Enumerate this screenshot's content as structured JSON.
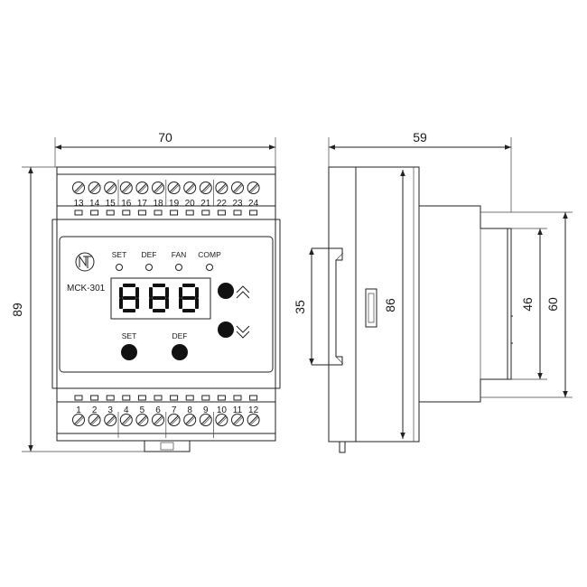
{
  "front": {
    "top_terminals": [
      "13",
      "14",
      "15",
      "16",
      "17",
      "18",
      "19",
      "20",
      "21",
      "22",
      "23",
      "24"
    ],
    "bottom_terminals": [
      "1",
      "2",
      "3",
      "4",
      "5",
      "6",
      "7",
      "8",
      "9",
      "10",
      "11",
      "12"
    ],
    "indicators": [
      "SET",
      "DEF",
      "FAN",
      "COMP"
    ],
    "model": "MCK-301",
    "display": "888",
    "buttons": [
      "SET",
      "DEF"
    ],
    "logo": "NT"
  },
  "dimensions": {
    "width": "70",
    "height": "89",
    "side_depth": "59",
    "side_height": "86",
    "rail_height": "35",
    "inner_height": "46",
    "outer_height": "60"
  },
  "colors": {
    "line": "#222222",
    "button": "#111111",
    "display_segment": "#111111"
  }
}
